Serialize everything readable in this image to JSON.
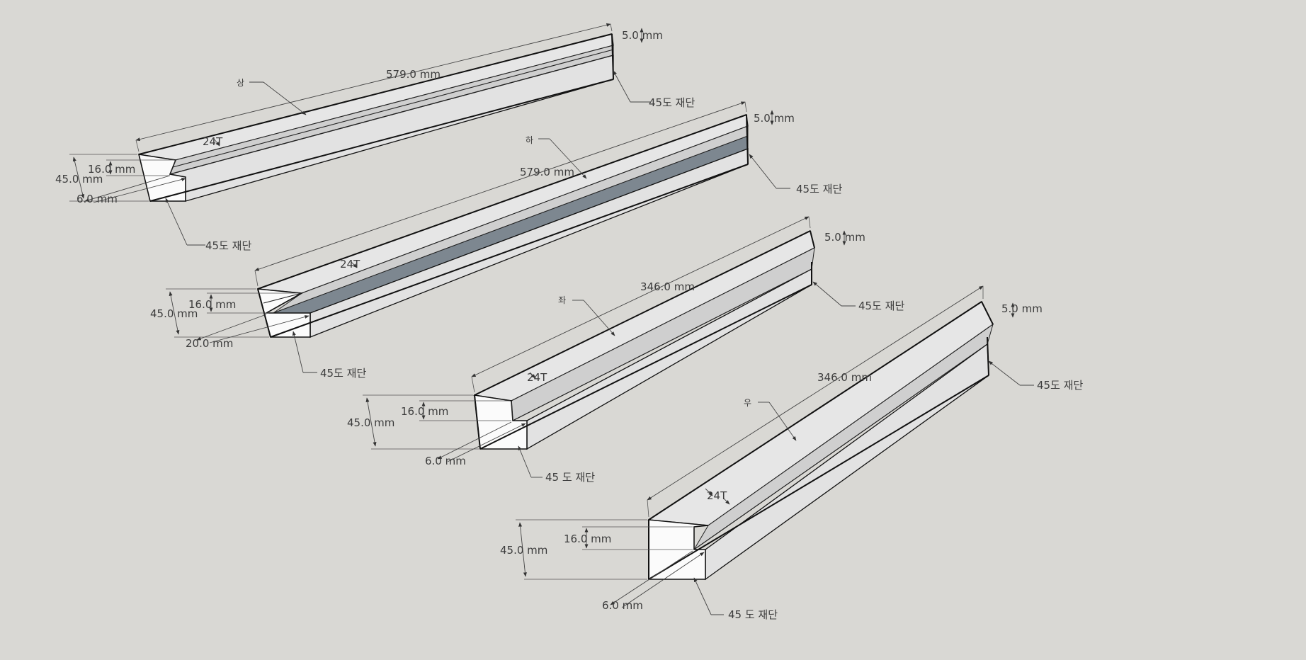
{
  "drawing": {
    "background": "#d9d8d4",
    "pieces": [
      {
        "name": "top-rail",
        "tag": "상",
        "length_label": "579.0 mm",
        "thickness_label": "5.0 mm",
        "groove_label": "24T",
        "height_label": "45.0 mm",
        "rebate_label": "16.0 mm",
        "lip_label": "6.0 mm",
        "cut_far_label": "45도 재단",
        "cut_near_label": "45도 재단"
      },
      {
        "name": "bottom-rail",
        "tag": "하",
        "length_label": "579.0 mm",
        "thickness_label": "5.0 mm",
        "groove_label": "24T",
        "height_label": "45.0 mm",
        "rebate_label": "16.0 mm",
        "lip_label": "20.0 mm",
        "cut_far_label": "45도 재단",
        "cut_near_label": "45도 재단"
      },
      {
        "name": "left-rail",
        "tag": "좌",
        "length_label": "346.0 mm",
        "thickness_label": "5.0 mm",
        "groove_label": "24T",
        "height_label": "45.0 mm",
        "rebate_label": "16.0 mm",
        "lip_label": "6.0 mm",
        "cut_far_label": "45도 재단",
        "cut_near_label": "45 도 재단"
      },
      {
        "name": "right-rail",
        "tag": "우",
        "length_label": "346.0 mm",
        "thickness_label": "5.0 mm",
        "groove_label": "24T",
        "height_label": "45.0 mm",
        "rebate_label": "16.0 mm",
        "lip_label": "6.0 mm",
        "cut_far_label": "45도 재단",
        "cut_near_label": "45 도 재단"
      }
    ]
  }
}
